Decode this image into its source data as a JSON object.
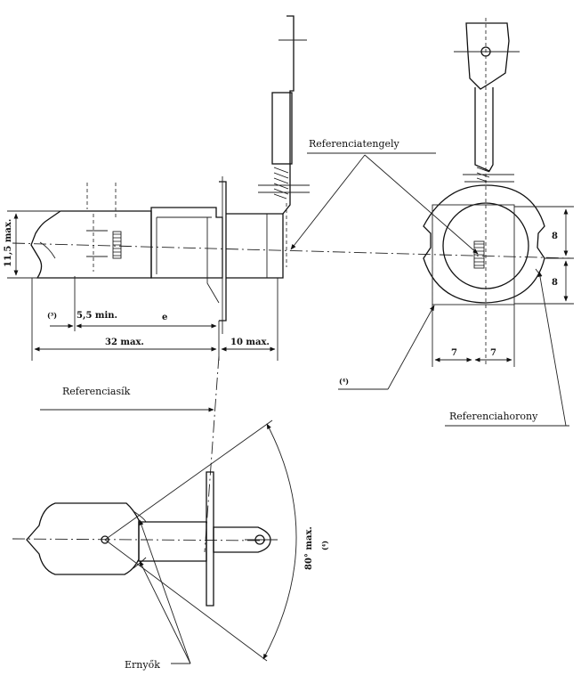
{
  "labels": {
    "reference_axis": "Referenciatengely",
    "reference_plane": "Referenciasík",
    "reference_groove": "Referenciahorony",
    "shields": "Ernyők"
  },
  "dimensions": {
    "height_max": "11,5 max.",
    "min_55": "5,5 min.",
    "e": "e",
    "length_32": "32 max.",
    "length_10": "10 max.",
    "eight_top": "8",
    "eight_bottom": "8",
    "seven_left": "7",
    "seven_right": "7",
    "angle_80": "80° max."
  },
  "notes": {
    "note3": "(³)",
    "note4": "(⁴)",
    "note4_angle": "(⁴)"
  }
}
